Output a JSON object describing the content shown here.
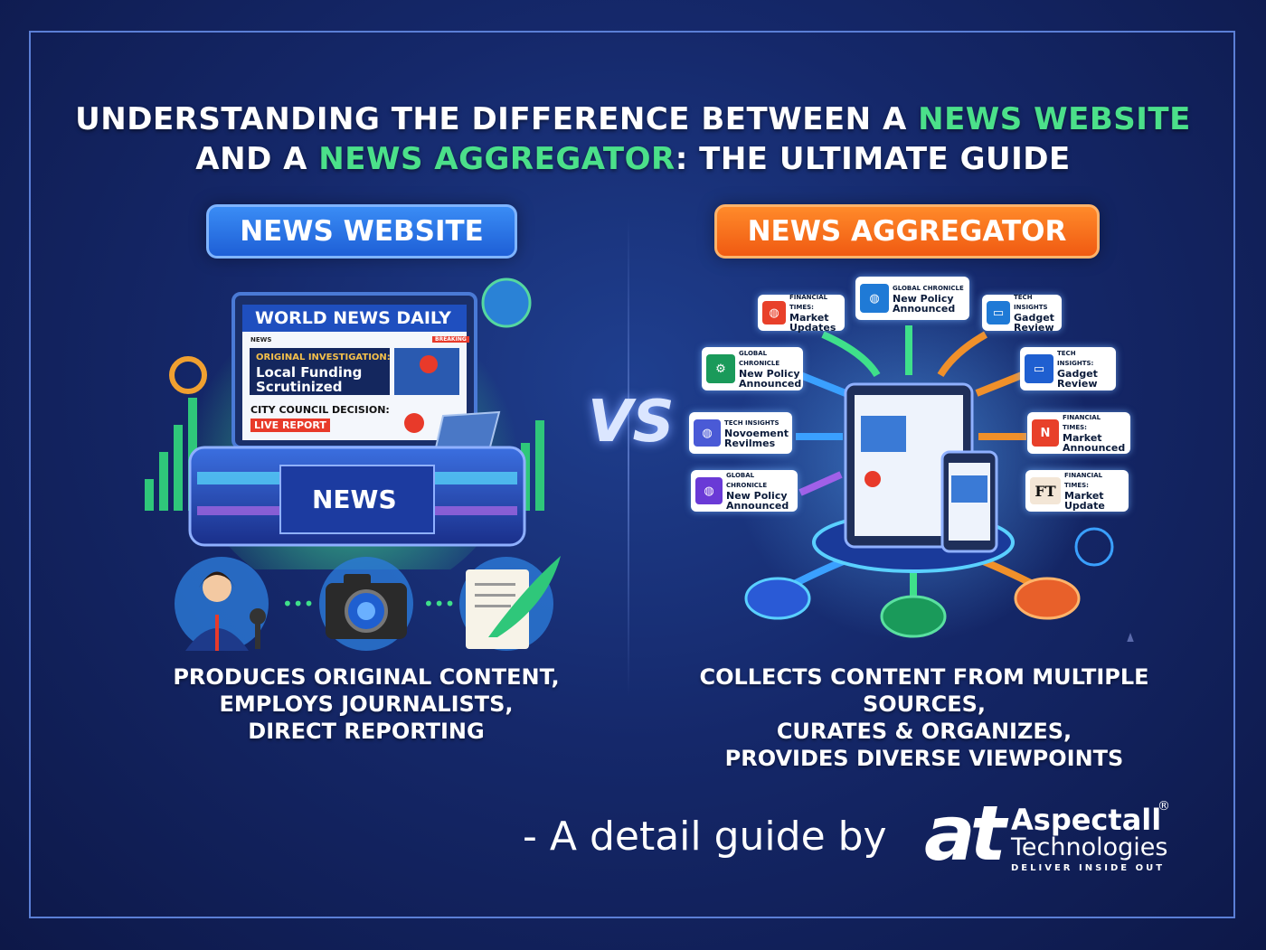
{
  "title": {
    "line1_a": "UNDERSTANDING THE DIFFERENCE BETWEEN A ",
    "line1_hl": "NEWS WEBSITE",
    "line2_a": "AND A ",
    "line2_hl": "NEWS AGGREGATOR",
    "line2_b": ": THE ULTIMATE GUIDE"
  },
  "left": {
    "label": "NEWS WEBSITE",
    "screen_title": "WORLD NEWS DAILY",
    "screen_nav": "NEWS",
    "screen_tag": "BREAKING",
    "story1_kicker": "ORIGINAL INVESTIGATION:",
    "story1_headline_1": "Local Funding",
    "story1_headline_2": "Scrutinized",
    "story2_kicker": "CITY COUNCIL DECISION:",
    "story2_badge": "LIVE REPORT",
    "desk_label": "NEWS",
    "caption_1": "PRODUCES ORIGINAL CONTENT,",
    "caption_2": "EMPLOYS JOURNALISTS,",
    "caption_3": "DIRECT REPORTING"
  },
  "vs": "VS",
  "right": {
    "label": "NEWS AGGREGATOR",
    "cards": [
      {
        "src": "FINANCIAL TIMES:",
        "l1": "Market",
        "l2": "Updates",
        "color": "#e8402a",
        "icon": "globe-icon"
      },
      {
        "src": "GLOBAL CHRONICLE",
        "l1": "New Policy",
        "l2": "Announced",
        "color": "#1f7ad6",
        "icon": "globe-icon"
      },
      {
        "src": "TECH INSIGHTS",
        "l1": "Gadget",
        "l2": "Review",
        "color": "#1f7ad6",
        "icon": "laptop-icon"
      },
      {
        "src": "GLOBAL CHRONICLE",
        "l1": "New Policy",
        "l2": "Announced",
        "color": "#1a9a5a",
        "icon": "gear-icon"
      },
      {
        "src": "TECH INSIGHTS:",
        "l1": "Gadget",
        "l2": "Review",
        "color": "#1f5fd0",
        "icon": "monitor-icon"
      },
      {
        "src": "TECH INSIGHTS",
        "l1": "Novoement",
        "l2": "Revilmes",
        "color": "#4a5ad6",
        "icon": "globe-icon"
      },
      {
        "src": "FINANCIAL TIMES:",
        "l1": "Market",
        "l2": "Announced",
        "color": "#e8402a",
        "icon": "news-icon"
      },
      {
        "src": "GLOBAL CHRONICLE",
        "l1": "New Policy",
        "l2": "Announced",
        "color": "#6a3ad6",
        "icon": "globe-icon"
      },
      {
        "src": "FINANCIAL TIMES:",
        "l1": "Market",
        "l2": "Update",
        "color": "#f3e6d6",
        "icon": "ft-icon",
        "icon_text": "FT"
      }
    ],
    "caption_1": "COLLECTS CONTENT FROM MULTIPLE SOURCES,",
    "caption_2": "CURATES & ORGANIZES,",
    "caption_3": "PROVIDES DIVERSE VIEWPOINTS"
  },
  "footer": {
    "text": "- A detail guide by",
    "logo_mark": "at",
    "brand_1": "Aspectall",
    "brand_reg": "®",
    "brand_2": "Technologies",
    "tagline": "DELIVER INSIDE OUT"
  }
}
